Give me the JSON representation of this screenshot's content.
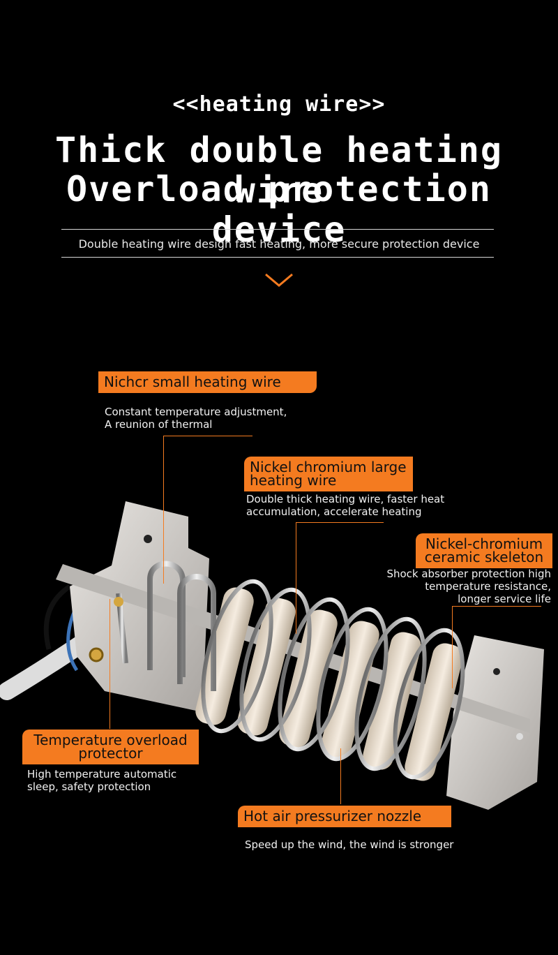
{
  "header": {
    "kicker": "<<heating wire>>",
    "headline_line1": "Thick double heating wire",
    "headline_line2": "Overload protection device",
    "subtitle": "Double heating wire design fast heating, more secure protection device",
    "chevron_icon": "chevron-down-icon"
  },
  "colors": {
    "accent": "#f47b20",
    "background": "#000000",
    "text": "#ffffff"
  },
  "callouts": {
    "nichcr": {
      "title": "Nichcr small heating wire",
      "desc_line1": "Constant temperature adjustment,",
      "desc_line2": "A reunion of thermal"
    },
    "nickel_large": {
      "title_line1": "Nickel chromium large",
      "title_line2": "heating wire",
      "desc_line1": "Double thick heating wire, faster heat",
      "desc_line2": "accumulation, accelerate heating"
    },
    "ceramic": {
      "title_line1": "Nickel-chromium",
      "title_line2": "ceramic skeleton",
      "desc_line1": "Shock absorber protection high",
      "desc_line2": "temperature resistance,",
      "desc_line3": "longer service life"
    },
    "overload": {
      "title_line1": "Temperature overload",
      "title_line2": "protector",
      "desc_line1": "High temperature automatic",
      "desc_line2": "sleep, safety protection"
    },
    "nozzle": {
      "title": "Hot air pressurizer nozzle",
      "desc": "Speed up the wind, the wind is stronger"
    }
  }
}
